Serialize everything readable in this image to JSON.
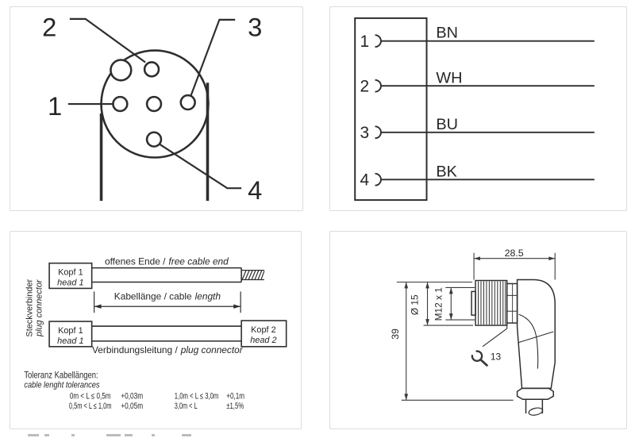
{
  "page": {
    "background": "#ffffff",
    "panel_border": "#dcdcdc",
    "line_color": "#2e2e2e",
    "text_color": "#262626"
  },
  "pinout_panel": {
    "pin_labels": [
      "1",
      "2",
      "3",
      "4"
    ]
  },
  "wiring_panel": {
    "wires": [
      {
        "pin": "1",
        "color_code": "BN"
      },
      {
        "pin": "2",
        "color_code": "WH"
      },
      {
        "pin": "3",
        "color_code": "BU"
      },
      {
        "pin": "4",
        "color_code": "BK"
      }
    ]
  },
  "cable_panel": {
    "side_label_de": "Steckverbinder",
    "side_label_en": "plug connector",
    "head1_de": "Kopf 1",
    "head1_en": "head 1",
    "head2_de": "Kopf 2",
    "head2_en": "head 2",
    "open_end_de": "offenes Ende /",
    "open_end_en": "free cable end",
    "cable_length_de": "Kabellänge / cable",
    "cable_length_en": "length",
    "connection_de": "Verbindungsleitung /",
    "connection_en": "plug connector",
    "tolerance_title": "Toleranz Kabellängen:",
    "tolerance_subtitle": "cable lenght tolerances",
    "tolerance_rows": [
      {
        "c1": "0m < L ≤ 0,5m",
        "c2": "+0,03m",
        "c3": "1,0m < L ≤ 3,0m",
        "c4": "+0,1m"
      },
      {
        "c1": "0,5m < L ≤ 1,0m",
        "c2": "+0,05m",
        "c3": "3,0m < L",
        "c4": "±1,5%"
      }
    ]
  },
  "dimension_panel": {
    "overall_width": "28.5",
    "overall_height": "39",
    "nut_diameter": "Ø 15",
    "thread": "M12 x 1",
    "wrench_size": "13"
  }
}
